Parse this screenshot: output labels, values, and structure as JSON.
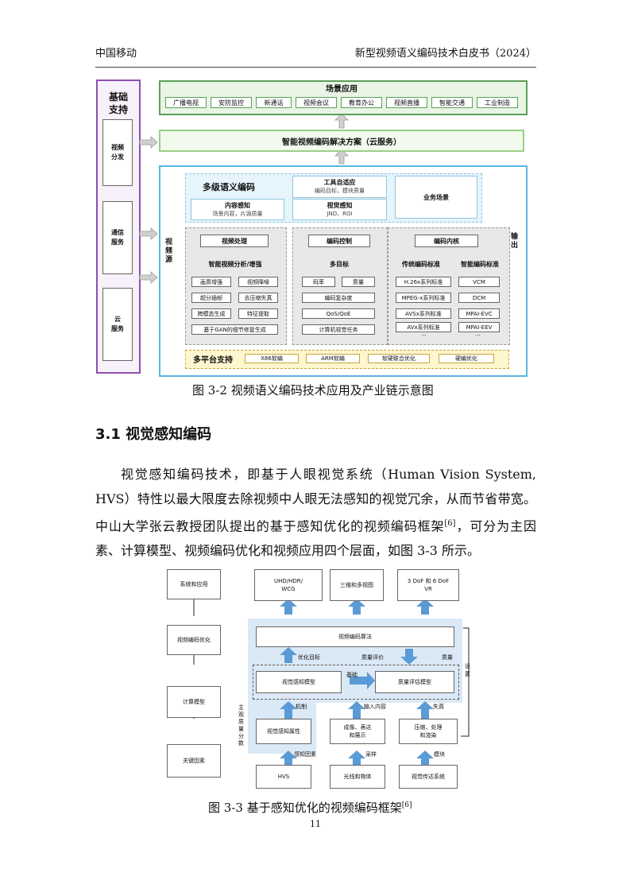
{
  "header": {
    "left": "中国移动",
    "right": "新型视频语义编码技术白皮书（2024）"
  },
  "fig32": {
    "support": {
      "title": "基础\n支持",
      "items": [
        "视频\n分发",
        "通信\n服务",
        "云\n服务"
      ]
    },
    "scene": {
      "title": "场景应用",
      "items": [
        "广播电视",
        "安防监控",
        "新通话",
        "视频会议",
        "教育办公",
        "视频直播",
        "智能交通",
        "工业制造"
      ]
    },
    "solution": "智能视频编码解决方案（云服务）",
    "multilevel": "多级语义编码",
    "tool_adapt": {
      "title": "工具自适应",
      "sub": "编码目标，模块质量"
    },
    "business": "业务场景",
    "content_perception": {
      "title": "内容感知",
      "sub": "场景内容，片源质量"
    },
    "visual_perception": {
      "title": "视觉感知",
      "sub": "JND、ROI"
    },
    "video_source": "视\n频\n源",
    "output": "输\n出",
    "video_processing": "视频处理",
    "encode_control": "编码控制",
    "encode_core": "编码内核",
    "col1": {
      "title": "智能视频分析/增强",
      "items": [
        "画质增强",
        "视频降噪",
        "超分插帧",
        "去压缩失真",
        "跨模态生成",
        "特征提取",
        "基于GAN的细节修复生成"
      ]
    },
    "col2": {
      "title": "多目标",
      "items": [
        "码率",
        "质量",
        "编码复杂度",
        "QoS/QoE",
        "计算机视觉任务"
      ]
    },
    "col3": {
      "title_a": "传统编码标准",
      "title_b": "智能编码标准",
      "items_a": [
        "H.26x系列标准",
        "MPEG-x系列标准",
        "AVSx系列标准",
        "AVx系列标准"
      ],
      "items_b": [
        "VCM",
        "DCM",
        "MPAI-EVC",
        "MPAI-EEV"
      ],
      "ellipsis": "..."
    },
    "platform": {
      "title": "多平台支持",
      "items": [
        "X86软编",
        "ARM软编",
        "软硬联合优化",
        "硬编优化"
      ]
    },
    "caption": "图 3-2 视频语义编码技术应用及产业链示意图"
  },
  "section": {
    "title": "3.1  视觉感知编码",
    "para1": "视觉感知编码技术，即基于人眼视觉系统（Human Vision System, HVS）特性以最大限度去除视频中人眼无法感知的视觉冗余，从而节省带宽。中山大学张云教授团队提出的基于感知优化的视频编码框架",
    "ref1": "[6]",
    "para2": "，可分为主因素、计算模型、视频编码优化和视频应用四个层面，如图 3-3 所示。"
  },
  "fig33": {
    "left": [
      "系统和应用",
      "视频编码优化",
      "计算模型",
      "关键因素"
    ],
    "top": [
      "UHD/HDR/\nWCG",
      "三维和多视图",
      "3 DoF 和 6 DoF\nVR"
    ],
    "algo": "视频编码算法",
    "opt_target": "优化目标",
    "quality_eval": "质量评价",
    "quality": "质量",
    "setting": "设\n置",
    "vpm": "视觉感知模型",
    "basis": "基础",
    "qem": "质量评估模型",
    "subjective": "主\n观\n质\n量\n分\n数",
    "mechanism": "机制",
    "input_content": "输入内容",
    "distortion": "失真",
    "vpa": "视觉感知属性",
    "imaging": "成像、表达\n和展示",
    "compress": "压缩、处理\n和渲染",
    "perc_factor": "感知因素",
    "sampling": "采样",
    "module": "模块",
    "hvs": "HVS",
    "light": "光线和物体",
    "vts": "视觉传达系统",
    "caption": "图 3-3  基于感知优化的视频编码框架",
    "caption_ref": "[6]"
  },
  "page_number": "11"
}
